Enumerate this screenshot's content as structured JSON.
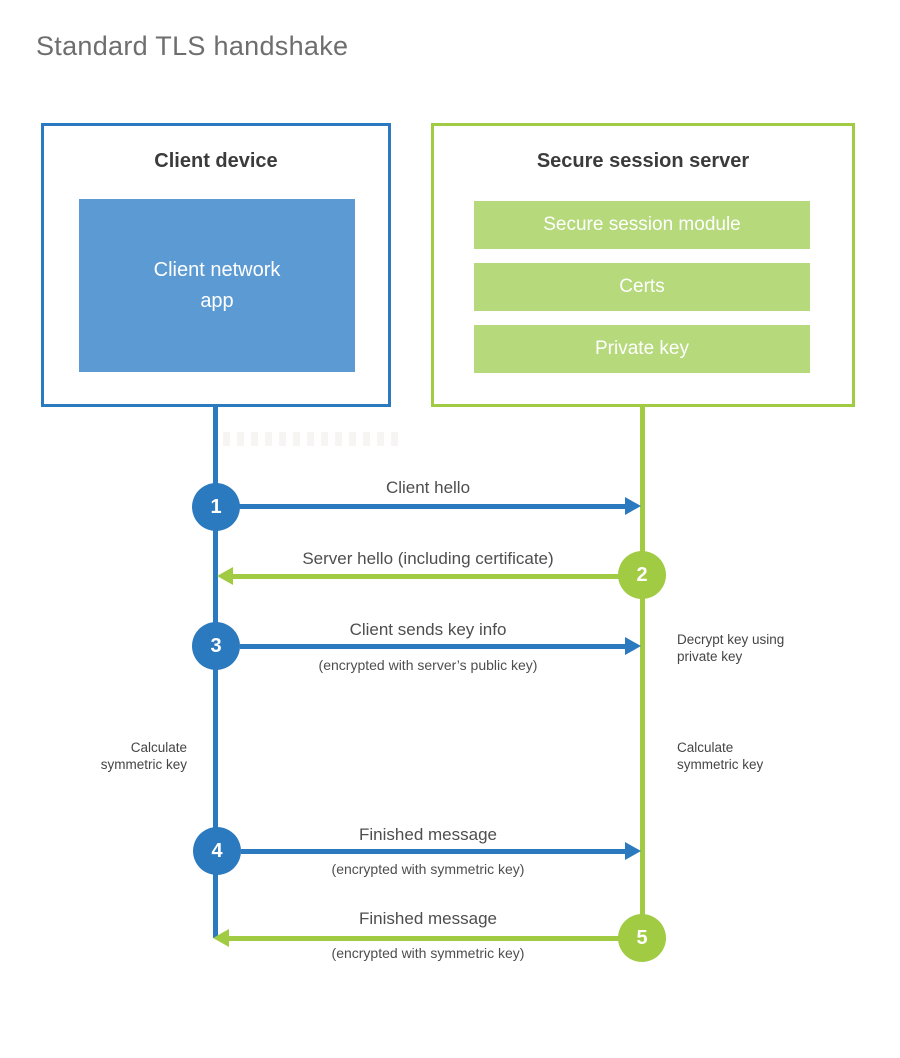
{
  "title": "Standard TLS handshake",
  "colors": {
    "blue": "#2B79BE",
    "blue_fill": "#5B9AD2",
    "green": "#A0CB43",
    "green_fill": "#B5D97B",
    "heading": "#3B3B3B",
    "label": "#4E4E4E",
    "title": "#6E6E6E"
  },
  "client": {
    "title": "Client device",
    "app_label": "Client network\napp"
  },
  "server": {
    "title": "Secure session server",
    "modules": [
      "Secure session module",
      "Certs",
      "Private key"
    ]
  },
  "steps": [
    {
      "num": "1",
      "actor": "client",
      "label": "Client hello",
      "sub": ""
    },
    {
      "num": "2",
      "actor": "server",
      "label": "Server hello (including certificate)",
      "sub": ""
    },
    {
      "num": "3",
      "actor": "client",
      "label": "Client sends key info",
      "sub": "(encrypted with server’s public key)"
    },
    {
      "num": "4",
      "actor": "client",
      "label": "Finished message",
      "sub": "(encrypted with symmetric key)"
    },
    {
      "num": "5",
      "actor": "server",
      "label": "Finished message",
      "sub": "(encrypted with symmetric key)"
    }
  ],
  "notes": {
    "decrypt": "Decrypt key using\nprivate key",
    "calc_left": "Calculate\nsymmetric key",
    "calc_right": "Calculate\nsymmetric key"
  }
}
